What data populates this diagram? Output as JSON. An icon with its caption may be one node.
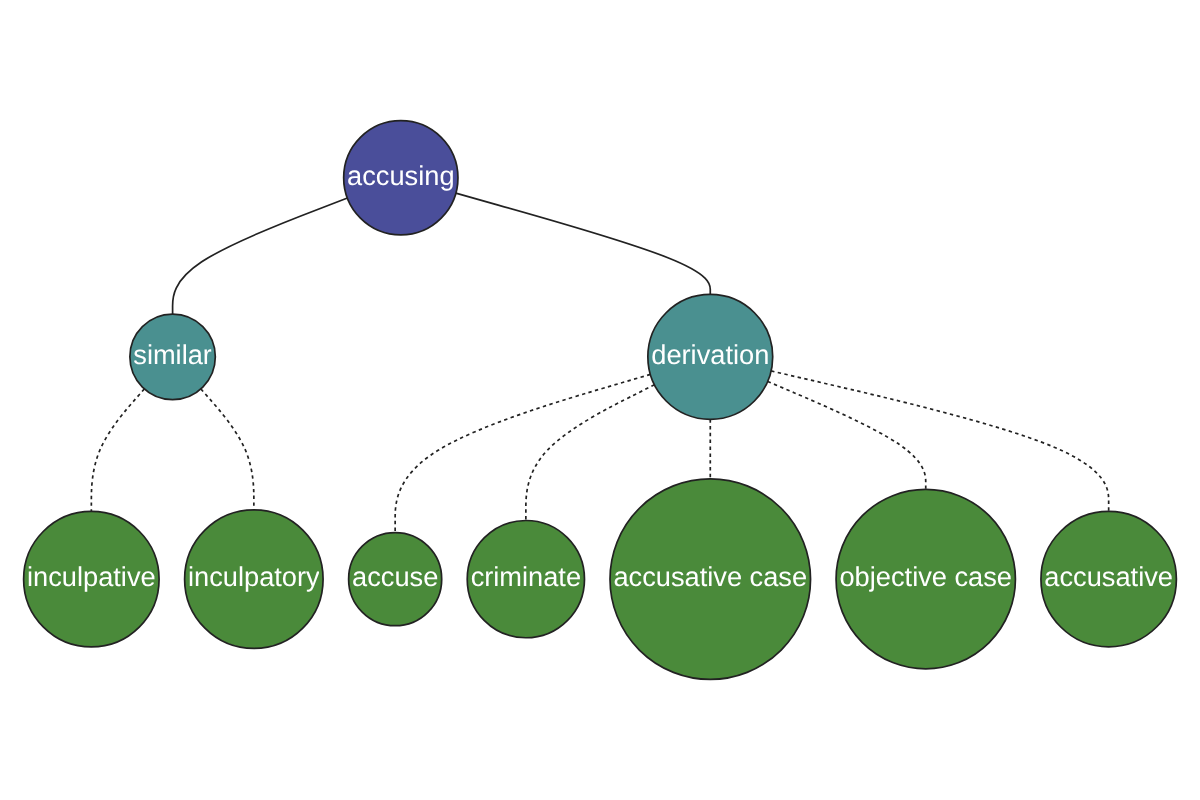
{
  "diagram": {
    "nodes": [
      {
        "text": [
          "inculpative"
        ]
      },
      {
        "text": [
          "inculpatory"
        ]
      },
      {
        "text": [
          "similar"
        ]
      },
      {
        "text": [
          "accusing"
        ]
      },
      {
        "text": [
          "accuse"
        ]
      },
      {
        "text": [
          "criminate"
        ]
      },
      {
        "text": [
          "derivation"
        ]
      },
      {
        "text": [
          "accusative case"
        ]
      },
      {
        "text": [
          "objective case"
        ]
      },
      {
        "text": [
          "accusative"
        ]
      }
    ],
    "edges": [
      {
        "from": 2,
        "to": 0,
        "arrow": "none",
        "style": "dashed"
      },
      {
        "from": 2,
        "to": 1,
        "arrow": "none",
        "style": "dashed"
      },
      {
        "from": 3,
        "to": 2,
        "arrow": "none"
      },
      {
        "from": 3,
        "to": 6,
        "arrow": "none"
      },
      {
        "from": 6,
        "to": 4,
        "arrow": "none",
        "style": "dashed"
      },
      {
        "from": 6,
        "to": 5,
        "arrow": "none",
        "style": "dashed"
      },
      {
        "from": 6,
        "to": 7,
        "arrow": "none",
        "style": "dashed"
      },
      {
        "from": 6,
        "to": 8,
        "arrow": "none",
        "style": "dashed"
      },
      {
        "from": 6,
        "to": 9,
        "arrow": "none",
        "style": "dashed"
      }
    ]
  }
}
